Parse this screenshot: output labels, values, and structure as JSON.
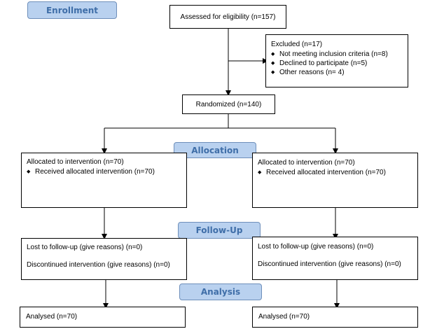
{
  "stages": {
    "enrollment": "Enrollment",
    "allocation": "Allocation",
    "followup": "Follow-Up",
    "analysis": "Analysis"
  },
  "assessed": "Assessed for eligibility (n=157)",
  "excluded": {
    "title": "Excluded (n=17)",
    "reasons": [
      "Not meeting inclusion criteria (n=8)",
      "Declined to participate (n=5)",
      "Other reasons (n= 4)"
    ]
  },
  "randomized": "Randomized (n=140)",
  "arms": [
    {
      "allocated": "Allocated to intervention (n=70)",
      "received": "Received allocated intervention (n=70)",
      "lost": "Lost to follow-up (give reasons) (n=0)",
      "discontinued": "Discontinued intervention (give reasons) (n=0)",
      "analysed": "Analysed (n=70)"
    },
    {
      "allocated": "Allocated to intervention (n=70)",
      "received": "Received allocated intervention (n=70)",
      "lost": "Lost to follow-up (give reasons) (n=0)",
      "discontinued": "Discontinued intervention (give reasons) (n=0)",
      "analysed": "Analysed (n=70)"
    }
  ],
  "colors": {
    "stage_fill": "#b9d1ef",
    "stage_border": "#6e8fba",
    "stage_text": "#3f6ea8"
  }
}
